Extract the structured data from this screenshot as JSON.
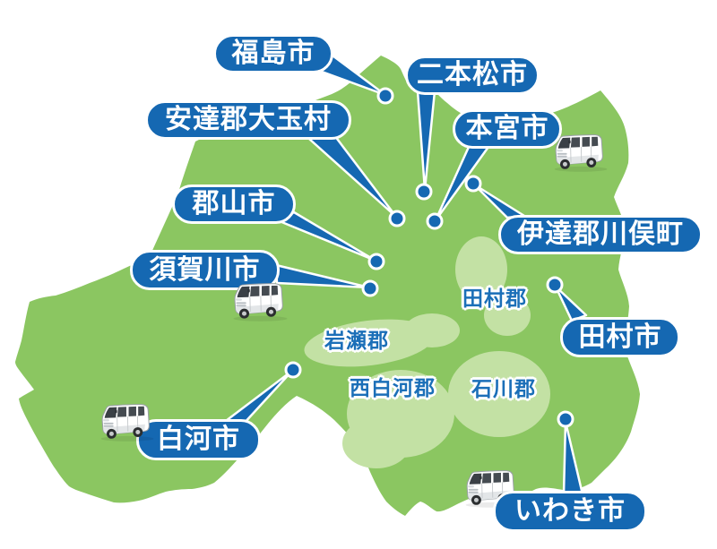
{
  "map": {
    "prefecture_fill": "#8bc661",
    "district_area_fill": "#c3e1a4",
    "accent_blue": "#1568b2",
    "background": "#ffffff"
  },
  "city_bubbles": [
    {
      "id": "fukushima",
      "label": "福島市"
    },
    {
      "id": "nihonmatsu",
      "label": "二本松市"
    },
    {
      "id": "adachi-otama",
      "label": "安達郡大玉村"
    },
    {
      "id": "motomiya",
      "label": "本宮市"
    },
    {
      "id": "koriyama",
      "label": "郡山市"
    },
    {
      "id": "date-kawamata",
      "label": "伊達郡川俣町"
    },
    {
      "id": "sukagawa",
      "label": "須賀川市"
    },
    {
      "id": "tamura",
      "label": "田村市"
    },
    {
      "id": "shirakawa",
      "label": "白河市"
    },
    {
      "id": "iwaki",
      "label": "いわき市"
    }
  ],
  "district_labels": [
    {
      "id": "tamura-gun",
      "label": "田村郡"
    },
    {
      "id": "iwase-gun",
      "label": "岩瀬郡"
    },
    {
      "id": "nishishirakawa-gun",
      "label": "西白河郡"
    },
    {
      "id": "ishikawa-gun",
      "label": "石川郡"
    }
  ]
}
